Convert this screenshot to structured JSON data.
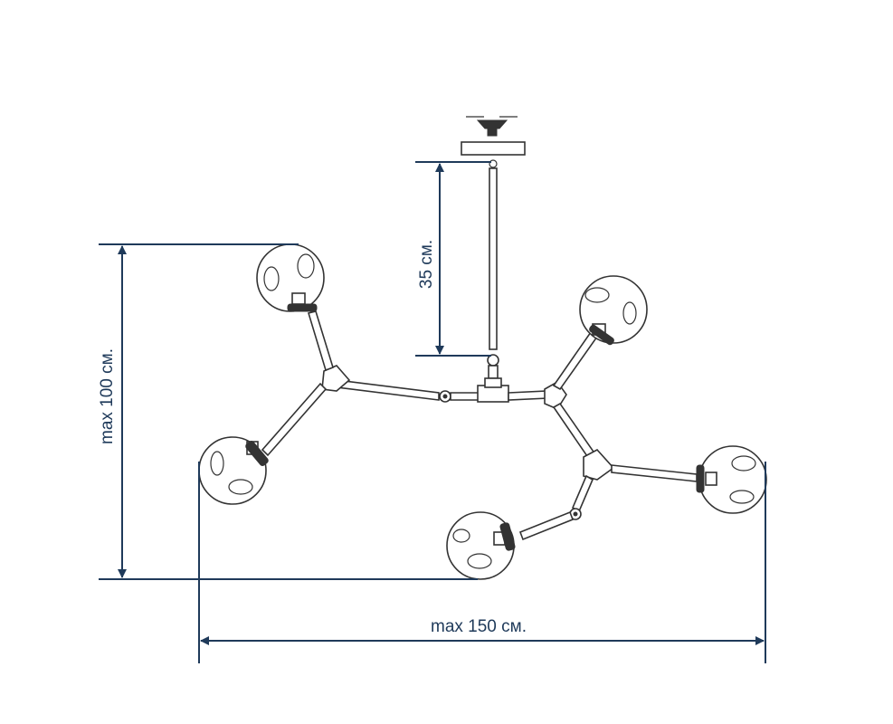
{
  "dimensions": {
    "rod_length": "35 см.",
    "max_height": "max 100 см.",
    "max_width": "max 150 см."
  },
  "colors": {
    "dimension": "#1f3a5a",
    "lamp_outline": "#333333"
  }
}
